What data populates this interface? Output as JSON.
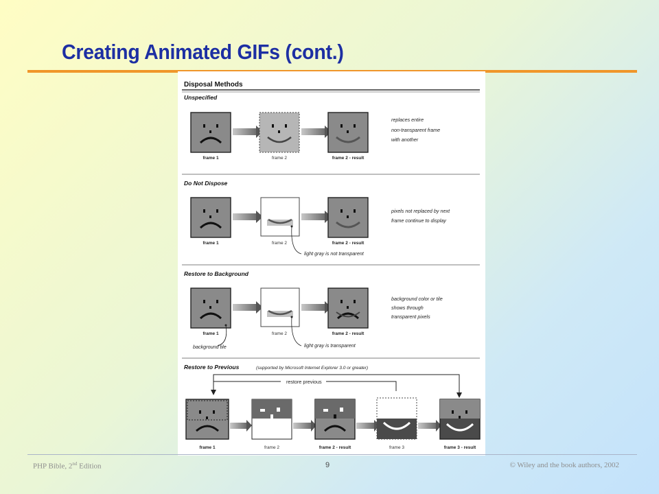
{
  "slide": {
    "title": "Creating Animated GIFs (cont.)",
    "page_number": "9"
  },
  "footer": {
    "book_prefix": "PHP Bible, 2",
    "book_sup": "nd",
    "book_suffix": " Edition",
    "copyright": "© Wiley  and the book authors, 2002"
  },
  "figure": {
    "heading": "Disposal Methods",
    "sections": [
      {
        "title": "Unspecified",
        "captions": [
          "frame 1",
          "frame 2",
          "frame 2 - result"
        ],
        "note": [
          "replaces entire",
          "non-transparent frame",
          "with another"
        ]
      },
      {
        "title": "Do Not Dispose",
        "captions": [
          "frame 1",
          "frame 2",
          "frame 2 - result"
        ],
        "note": [
          "pixels not replaced by next",
          "frame continue to display"
        ],
        "callouts": [
          "light gray is not transparent"
        ]
      },
      {
        "title": "Restore to Background",
        "captions": [
          "frame 1",
          "frame 2",
          "frame 2 - result"
        ],
        "note": [
          "background color or tile",
          "shows through",
          "transparent pixels"
        ],
        "callouts": [
          "background tile",
          "light gray is transparent"
        ]
      },
      {
        "title": "Restore to Previous",
        "subtitle": "(supported by Microsoft Internet Explorer 3.0 or greater)",
        "captions": [
          "frame 1",
          "frame 2",
          "frame 2 - result",
          "frame 3",
          "frame 3 - result"
        ],
        "callouts": [
          "restore previous"
        ]
      }
    ]
  }
}
